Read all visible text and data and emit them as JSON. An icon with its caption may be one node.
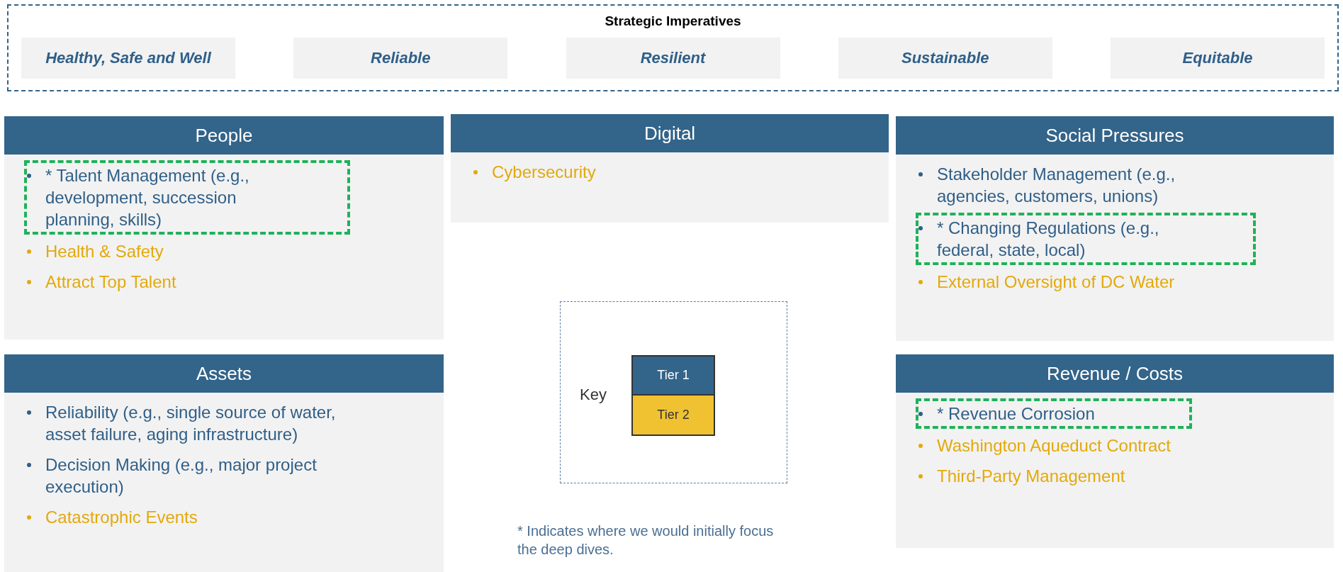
{
  "diagram": {
    "nodes": [
      {
        "text": [
          "Strategic Imperatives"
        ]
      },
      {
        "text": [
          "Healthy, Safe and Well"
        ],
        "in": 0
      },
      {
        "text": [
          "Reliable"
        ],
        "in": 0
      },
      {
        "text": [
          "Resilient"
        ],
        "in": 0
      },
      {
        "text": [
          "Sustainable"
        ],
        "in": 0
      },
      {
        "text": [
          "Equitable"
        ],
        "in": 0
      },
      {
        "text": [
          "People"
        ]
      },
      {
        "text": [
          "* Talent Management (e.g., development, succession planning, skills)"
        ],
        "in": 6
      },
      {
        "text": [
          "Health & Safety"
        ],
        "in": 6
      },
      {
        "text": [
          "Attract Top Talent"
        ],
        "in": 6
      },
      {
        "text": [
          "Digital"
        ]
      },
      {
        "text": [
          "Cybersecurity"
        ],
        "in": 10
      },
      {
        "text": [
          "Social Pressures"
        ]
      },
      {
        "text": [
          "Stakeholder Management (e.g., agencies, customers, unions)"
        ],
        "in": 12
      },
      {
        "text": [
          "* Changing Regulations (e.g., federal, state, local)"
        ],
        "in": 12
      },
      {
        "text": [
          "External Oversight of DC Water"
        ],
        "in": 12
      },
      {
        "text": [
          "Assets"
        ]
      },
      {
        "text": [
          "Reliability (e.g., single source of water, asset failure, aging infrastructure)"
        ],
        "in": 16
      },
      {
        "text": [
          "Decision Making (e.g., major project execution)"
        ],
        "in": 16
      },
      {
        "text": [
          "Catastrophic Events"
        ],
        "in": 16
      },
      {
        "text": [
          "Revenue / Costs"
        ]
      },
      {
        "text": [
          "* Revenue Corrosion"
        ],
        "in": 20
      },
      {
        "text": [
          "Washington Aqueduct Contract"
        ],
        "in": 20
      },
      {
        "text": [
          "Third-Party Management"
        ],
        "in": 20
      }
    ],
    "labels": [
      "Key",
      "* Indicates where we would initially focus the deep dives."
    ],
    "legend": [
      {
        "text": "Tier 1",
        "color": "#336489"
      },
      {
        "text": "Tier 2",
        "color": "#f0c232"
      }
    ]
  }
}
